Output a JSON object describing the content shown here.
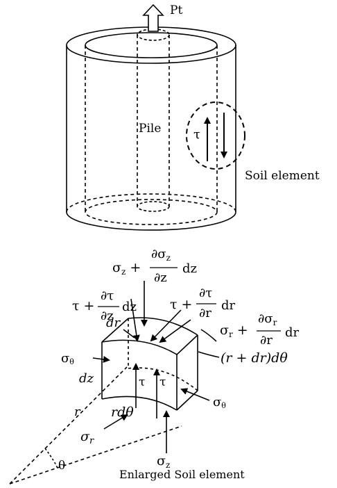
{
  "labels": {
    "pt": "Pt",
    "pile": "Pile",
    "tau": "τ",
    "soil_element": "Soil element",
    "enlarged_soil_element": "Enlarged Soil element",
    "sigma_theta": "σθ",
    "sigma_z": "σz",
    "sigma_r": "σr",
    "dr": "dr",
    "dz": "dz",
    "r": "r",
    "rdtheta": "rdθ",
    "theta": "θ",
    "r_plus_dr_dtheta": "(r + dr)dθ",
    "sigma_z_plus": "σz + ∂σz/∂z dz",
    "tau_plus_z": "τ + ∂τ/∂z dz",
    "tau_plus_r": "τ + ∂τ/∂r dr",
    "sigma_r_plus": "σr + ∂σr/∂r dr"
  }
}
